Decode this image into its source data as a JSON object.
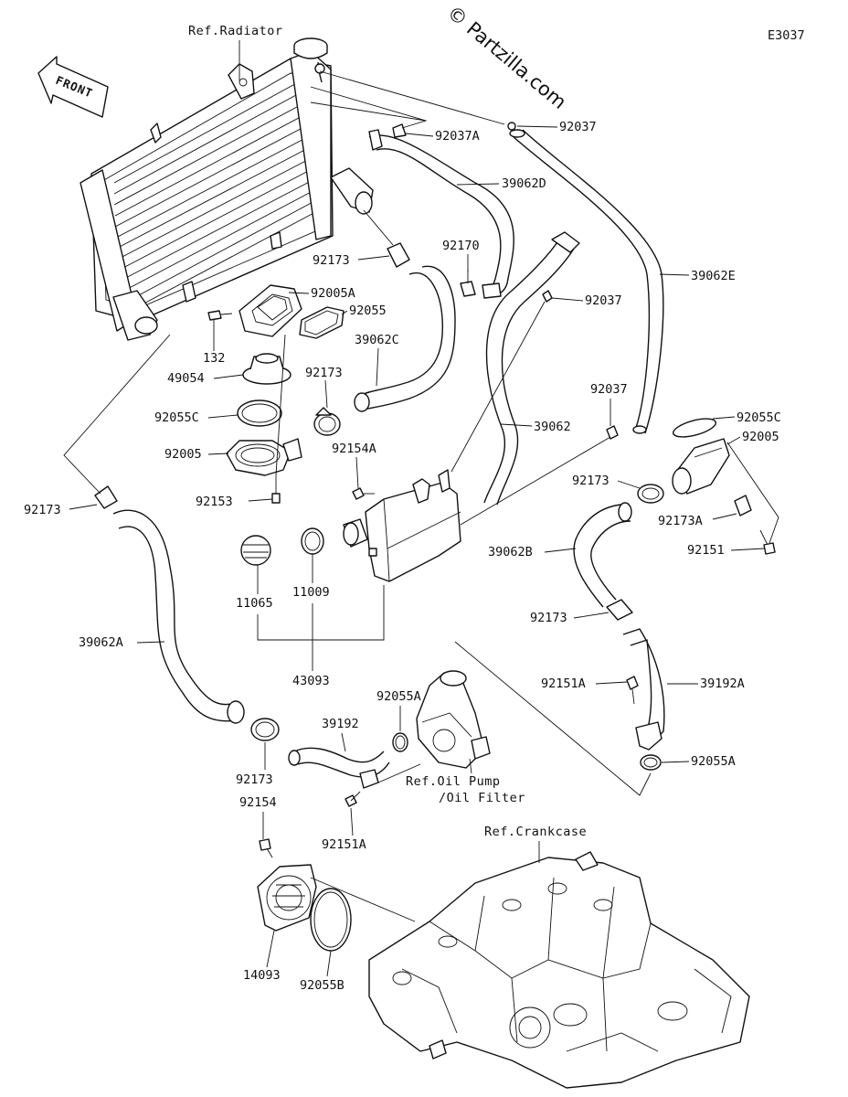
{
  "diagram_code": "E3037",
  "watermark": "© Partzilla.com",
  "front_label": "FRONT",
  "references": {
    "radiator": "Ref.Radiator",
    "oil_pump_line1": "Ref.Oil Pump",
    "oil_pump_line2": "/Oil Filter",
    "crankcase": "Ref.Crankcase"
  },
  "part_labels": {
    "p92037a": "92037A",
    "p92037_top": "92037",
    "p39062d": "39062D",
    "p92170": "92170",
    "p92173_a": "92173",
    "p92005a": "92005A",
    "p92055": "92055",
    "p132": "132",
    "p49054": "49054",
    "p39062c": "39062C",
    "p92173_b": "92173",
    "p92055c_left": "92055C",
    "p92005_left": "92005",
    "p92154a": "92154A",
    "p92153": "92153",
    "p92173_left": "92173",
    "p11065": "11065",
    "p11009": "11009",
    "p43093": "43093",
    "p39062a": "39062A",
    "p92037_mid": "92037",
    "p39062": "39062",
    "p39062e": "39062E",
    "p92037_right": "92037",
    "p92055c_right": "92055C",
    "p92005_right": "92005",
    "p92173_right": "92173",
    "p92173a": "92173A",
    "p92151": "92151",
    "p39062b": "39062B",
    "p92173_lower": "92173",
    "p92151a_right": "92151A",
    "p39192a": "39192A",
    "p92055a_right": "92055A",
    "p92055a_mid": "92055A",
    "p39192": "39192",
    "p92173_bottom": "92173",
    "p92151a_bottom": "92151A",
    "p92154": "92154",
    "p14093": "14093",
    "p92055b": "92055B"
  }
}
